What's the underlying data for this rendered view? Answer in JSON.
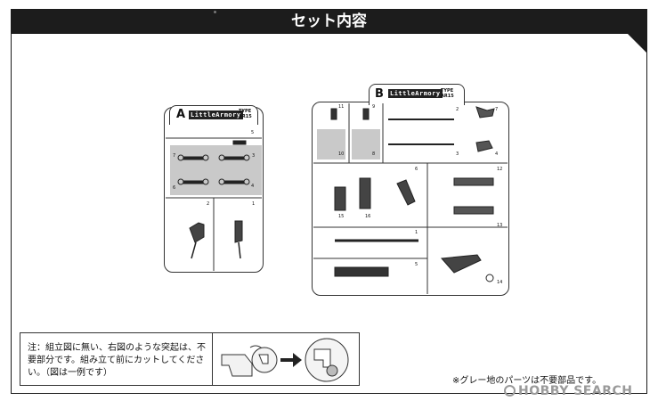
{
  "header": {
    "title": "セット内容"
  },
  "sprue_a": {
    "letter": "A",
    "brand": "LittleArmory",
    "type_label": "TYPE",
    "type_value": "AR15",
    "part_numbers": [
      "1",
      "2",
      "3",
      "4",
      "5",
      "6",
      "7"
    ]
  },
  "sprue_b": {
    "letter": "B",
    "brand": "LittleArmory",
    "type_label": "TYPE",
    "type_value": "AR15",
    "part_numbers": [
      "1",
      "2",
      "3",
      "4",
      "5",
      "6",
      "7",
      "8",
      "9",
      "10",
      "11",
      "12",
      "13",
      "14",
      "15",
      "16"
    ]
  },
  "note": {
    "text": "注：組立図に無い、右図のような突起は、不要部分です。組み立て前にカットしてください。（図は一例です）"
  },
  "footnote": {
    "text": "※グレー地のパーツは不要部品です。"
  },
  "watermark": {
    "text": "HOBBY SEARCH"
  },
  "colors": {
    "header_bg": "#1c1c1c",
    "gray_area": "#c9c9c9",
    "watermark": "#9a9a9a"
  }
}
